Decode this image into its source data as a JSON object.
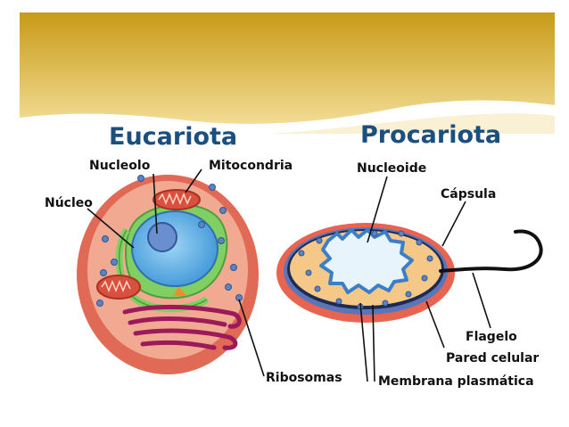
{
  "slide": {
    "banner_colors": {
      "top": "#c89a18",
      "bottom": "#f3dd96"
    }
  },
  "eukaryote": {
    "title": "Eucariota",
    "labels": {
      "nucleolo": "Nucleolo",
      "mitocondria": "Mitocondria",
      "nucleo": "Núcleo",
      "ribosomas": "Ribosomas"
    },
    "colors": {
      "membrane": "#e06a55",
      "cytoplasm": "#f2a992",
      "er": "#7fcf63",
      "nucleus": "#58a8e0",
      "nucleolus": "#6a8fcf",
      "golgi": "#9a1a5a"
    }
  },
  "prokaryote": {
    "title": "Procariota",
    "labels": {
      "nucleoide": "Nucleoide",
      "capsula": "Cápsula",
      "flagelo": "Flagelo",
      "pared_celular": "Pared celular",
      "membrana_plasmatica": "Membrana plasmática"
    },
    "colors": {
      "capsule": "#e86450",
      "wall": "#5a76b8",
      "cytoplasm": "#f6c888",
      "nucleoid": "#3a7fc8"
    }
  }
}
